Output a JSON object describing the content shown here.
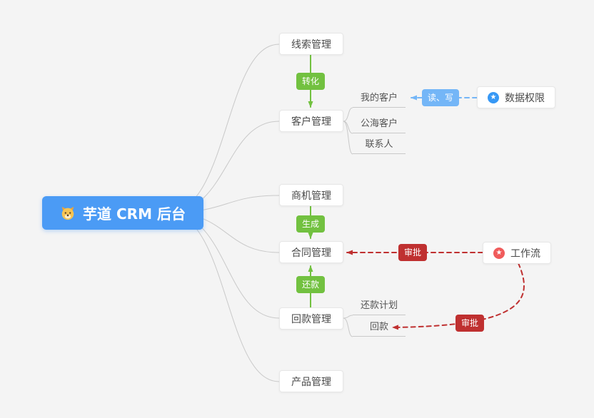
{
  "colors": {
    "background": "#f4f4f4",
    "root_blue": "#4b9bf5",
    "green": "#72c140",
    "blue": "#74b6f7",
    "red": "#bf3030",
    "node_border": "#e7e7e7",
    "line_gray": "#c9c9c9",
    "data_permission_icon": "#3798f5",
    "workflow_icon": "#f05b5b"
  },
  "root": {
    "label": "芋道 CRM 后台"
  },
  "nodes": {
    "leads": {
      "label": "线索管理"
    },
    "customers": {
      "label": "客户管理"
    },
    "opportunities": {
      "label": "商机管理"
    },
    "contracts": {
      "label": "合同管理"
    },
    "receivables": {
      "label": "回款管理"
    },
    "products": {
      "label": "产品管理"
    },
    "data_permission": {
      "label": "数据权限"
    },
    "workflow": {
      "label": "工作流"
    }
  },
  "sub_items": {
    "customers": [
      "我的客户",
      "公海客户",
      "联系人"
    ],
    "receivables": [
      "还款计划",
      "回款"
    ]
  },
  "badges": {
    "convert": "转化",
    "generate": "生成",
    "repay": "还款",
    "read_write": "读、写",
    "approve_contract": "审批",
    "approve_receivable": "审批"
  }
}
